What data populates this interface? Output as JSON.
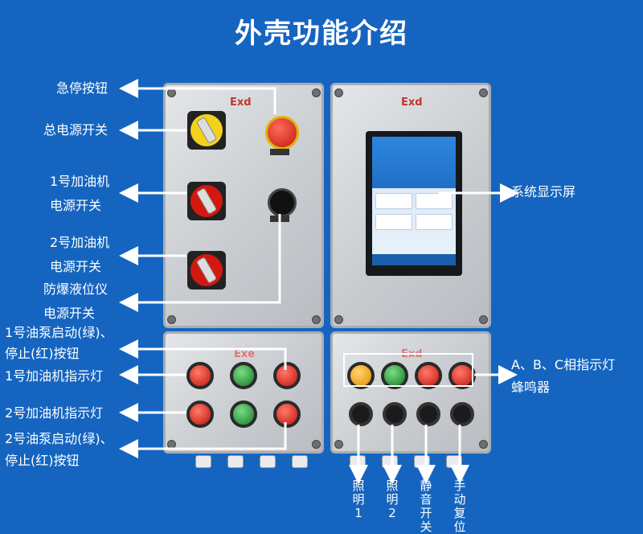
{
  "title": "外壳功能介绍",
  "panel_marks": {
    "exd_1": "Exd",
    "exd_2": "Exd",
    "exd_3": "Exe",
    "exd_4": "Exd"
  },
  "left_labels": {
    "estop": "急停按钮",
    "main_power": "总电源开关",
    "dispenser1_power_l1": "1号加油机",
    "dispenser1_power_l2": "电源开关",
    "dispenser2_power_l1": "2号加油机",
    "dispenser2_power_l2": "电源开关",
    "level_gauge_l1": "防爆液位仪",
    "level_gauge_l2": "电源开关",
    "pump1_l1": "1号油泵启动(绿)、",
    "pump1_l2": "停止(红)按钮",
    "dispenser1_lamp": "1号加油机指示灯",
    "dispenser2_lamp": "2号加油机指示灯",
    "pump2_l1": "2号油泵启动(绿)、",
    "pump2_l2": "停止(红)按钮"
  },
  "right_labels": {
    "display": "系统显示屏",
    "phase_lamps": "A、B、C相指示灯",
    "buzzer": "蜂鸣器"
  },
  "bottom_labels": {
    "lighting1": "照明1",
    "lighting2": "照明2",
    "static_switch": "静音开关",
    "manual_reset": "手动复位"
  },
  "colors": {
    "background": "#1565c0",
    "knob_yellow": "#f2d21b",
    "knob_red": "#d3180f",
    "lamp_red": "#c1120a",
    "lamp_green": "#0f7a25",
    "lamp_yellow": "#e08a00"
  }
}
